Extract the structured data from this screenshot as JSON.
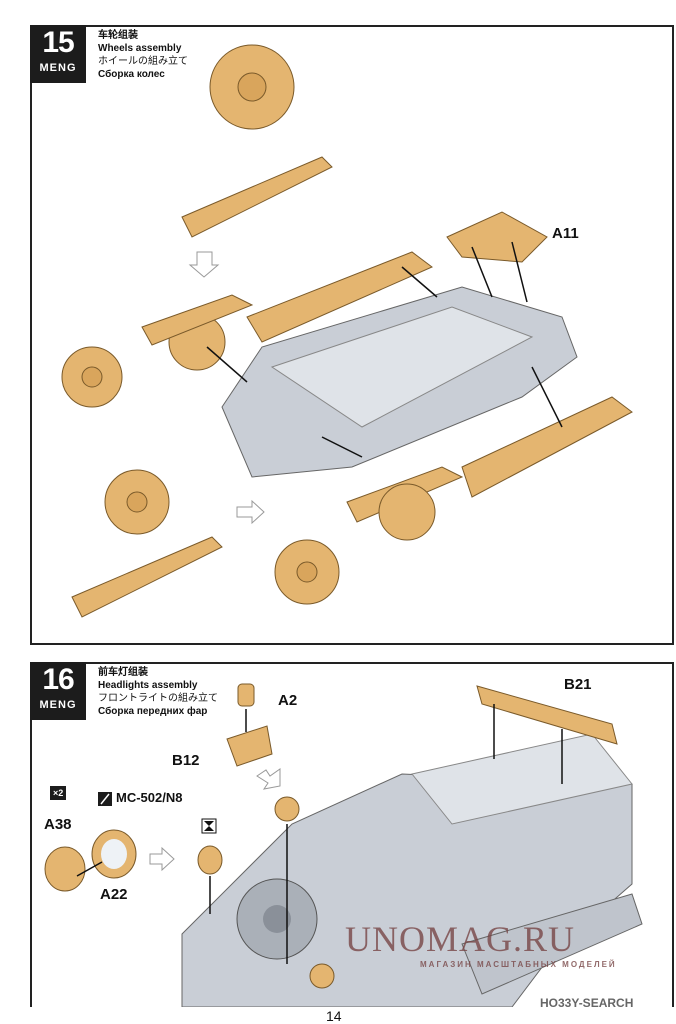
{
  "steps": [
    {
      "number": "15",
      "brand": "MENG",
      "title_zh": "车轮组装",
      "title_en": "Wheels assembly",
      "title_ja": "ホイールの組み立て",
      "title_ru": "Сборка колес",
      "part_labels": [
        "A11"
      ]
    },
    {
      "number": "16",
      "brand": "MENG",
      "title_zh": "前车灯组装",
      "title_en": "Headlights assembly",
      "title_ja": "フロントライトの組み立て",
      "title_ru": "Сборка передних фар",
      "part_labels": [
        "A2",
        "B12",
        "B21",
        "A38",
        "A22"
      ],
      "quantity": "×2",
      "paint_code": "MC-502/N8"
    }
  ],
  "page_number": "14",
  "watermark": {
    "main": "UNOMAG.RU",
    "sub": "МАГАЗИН МАСШТАБНЫХ МОДЕЛЕЙ",
    "source": "HO33Y-SEARCH"
  },
  "colors": {
    "part_tan": "#e8b870",
    "hull_grey": "#c9ced6",
    "frame": "#222222"
  }
}
